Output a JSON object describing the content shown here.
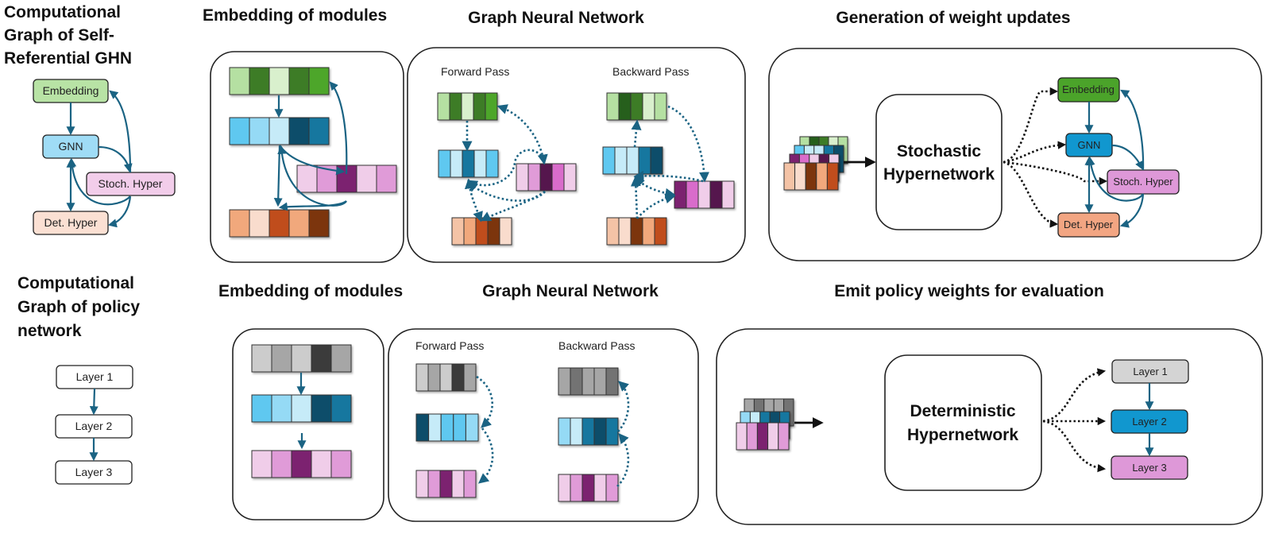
{
  "colors": {
    "arrow": "#1a6383",
    "dotted_black": "#111111",
    "green": [
      "#b5e0a2",
      "#3c7b26",
      "#d9f0cd",
      "#4da62c",
      "#255f1a"
    ],
    "blue": [
      "#5ec8f0",
      "#95daf5",
      "#c6ebf8",
      "#0b4e6a",
      "#12779f"
    ],
    "purple": [
      "#f0cde9",
      "#e09bd8",
      "#7c2070",
      "#d96ccb",
      "#55124d"
    ],
    "orange": [
      "#f1a87c",
      "#f9dccd",
      "#c04e1a",
      "#7c360f",
      "#f4c3a6"
    ],
    "grey": [
      "#cccccc",
      "#a6a6a6",
      "#3a3a3a",
      "#737373"
    ],
    "node_embedding_light": "#b8e3a5",
    "node_gnn_light": "#9fdcf6",
    "node_stoch_light": "#f2cdea",
    "node_det_light": "#fbe0d3",
    "node_embedding_dark": "#4ba32a",
    "node_gnn_dark": "#1197cf",
    "node_stoch_dark": "#de98d8",
    "node_det_dark": "#f2a582",
    "node_layer1": "#d4d4d4",
    "node_layer2": "#1197cf",
    "node_layer3": "#de98d8"
  },
  "top": {
    "left_title": [
      "Computational",
      "Graph of Self-",
      "Referential GHN"
    ],
    "nodes": {
      "embedding": "Embedding",
      "gnn": "GNN",
      "stoch": "Stoch. Hyper",
      "det": "Det. Hyper"
    },
    "embedding_title": "Embedding of modules",
    "gnn_title": "Graph Neural Network",
    "forward_label": "Forward Pass",
    "backward_label": "Backward Pass",
    "generation_title": "Generation of weight updates",
    "hypernetwork_label": [
      "Stochastic",
      "Hypernetwork"
    ]
  },
  "bottom": {
    "left_title": [
      "Computational",
      "Graph of policy",
      "network"
    ],
    "layers": [
      "Layer 1",
      "Layer 2",
      "Layer 3"
    ],
    "embedding_title": "Embedding of modules",
    "gnn_title": "Graph Neural Network",
    "forward_label": "Forward Pass",
    "backward_label": "Backward Pass",
    "emit_title": "Emit policy weights for evaluation",
    "hypernetwork_label": [
      "Deterministic",
      "Hypernetwork"
    ]
  }
}
